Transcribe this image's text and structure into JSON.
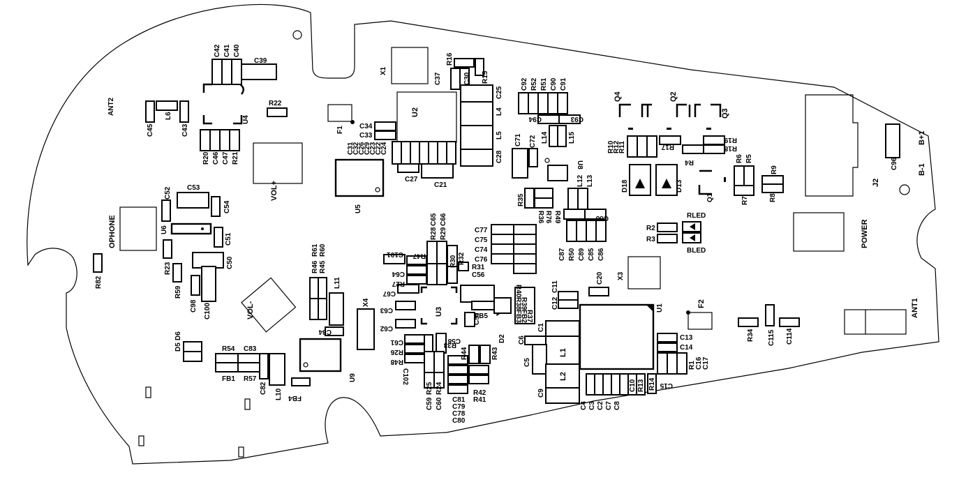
{
  "board": {
    "labels": [
      {
        "t": "C42"
      },
      {
        "t": "C41"
      },
      {
        "t": "C40"
      },
      {
        "t": "C39"
      },
      {
        "t": "ANT2"
      },
      {
        "t": "R22"
      },
      {
        "t": "U4"
      },
      {
        "t": "L6"
      },
      {
        "t": "C45"
      },
      {
        "t": "C43"
      },
      {
        "t": "R20"
      },
      {
        "t": "C46"
      },
      {
        "t": "C47"
      },
      {
        "t": "R21"
      },
      {
        "t": "VOL+"
      },
      {
        "t": "C52"
      },
      {
        "t": "C53"
      },
      {
        "t": "C54"
      },
      {
        "t": "U6"
      },
      {
        "t": "C51"
      },
      {
        "t": "OPHONE"
      },
      {
        "t": "R23"
      },
      {
        "t": "C50"
      },
      {
        "t": "R82"
      },
      {
        "t": "R59"
      },
      {
        "t": "C98"
      },
      {
        "t": "C100"
      },
      {
        "t": "VOL-"
      },
      {
        "t": "D5"
      },
      {
        "t": "D6"
      },
      {
        "t": "R54"
      },
      {
        "t": "C83"
      },
      {
        "t": "FB1"
      },
      {
        "t": "R57"
      },
      {
        "t": "C82"
      },
      {
        "t": "L10"
      },
      {
        "t": "FB4"
      },
      {
        "t": "U9"
      },
      {
        "t": "C84"
      },
      {
        "t": "L11"
      },
      {
        "t": "R46"
      },
      {
        "t": "R61"
      },
      {
        "t": "R45"
      },
      {
        "t": "R60"
      },
      {
        "t": "X4"
      },
      {
        "t": "X1"
      },
      {
        "t": "R16"
      },
      {
        "t": "R15"
      },
      {
        "t": "C37"
      },
      {
        "t": "C30"
      },
      {
        "t": "U2"
      },
      {
        "t": "F1"
      },
      {
        "t": "C34"
      },
      {
        "t": "C33"
      },
      {
        "t": "C31"
      },
      {
        "t": "C32"
      },
      {
        "t": "C26"
      },
      {
        "t": "C29"
      },
      {
        "t": "C23"
      },
      {
        "t": "C22"
      },
      {
        "t": "C24"
      },
      {
        "t": "C27"
      },
      {
        "t": "C21"
      },
      {
        "t": "U5"
      },
      {
        "t": "C25"
      },
      {
        "t": "L4"
      },
      {
        "t": "L5"
      },
      {
        "t": "C28"
      },
      {
        "t": "C92"
      },
      {
        "t": "R52"
      },
      {
        "t": "R51"
      },
      {
        "t": "C90"
      },
      {
        "t": "C91"
      },
      {
        "t": "C94"
      },
      {
        "t": "C93"
      },
      {
        "t": "C71"
      },
      {
        "t": "C72"
      },
      {
        "t": "L14"
      },
      {
        "t": "L15"
      },
      {
        "t": "U8"
      },
      {
        "t": "R35"
      },
      {
        "t": "R36"
      },
      {
        "t": "R76"
      },
      {
        "t": "R49"
      },
      {
        "t": "L12"
      },
      {
        "t": "L13"
      },
      {
        "t": "C88"
      },
      {
        "t": "C87"
      },
      {
        "t": "R50"
      },
      {
        "t": "C89"
      },
      {
        "t": "C85"
      },
      {
        "t": "C86"
      },
      {
        "t": "R28"
      },
      {
        "t": "C65"
      },
      {
        "t": "R29"
      },
      {
        "t": "C66"
      },
      {
        "t": "C77"
      },
      {
        "t": "C75"
      },
      {
        "t": "C74"
      },
      {
        "t": "C76"
      },
      {
        "t": "C101"
      },
      {
        "t": "R47"
      },
      {
        "t": "C64"
      },
      {
        "t": "R27"
      },
      {
        "t": "C67"
      },
      {
        "t": "R30"
      },
      {
        "t": "R32"
      },
      {
        "t": "R31"
      },
      {
        "t": "C56"
      },
      {
        "t": "R40"
      },
      {
        "t": "R38"
      },
      {
        "t": "R39"
      },
      {
        "t": "FB3"
      },
      {
        "t": "FB2"
      },
      {
        "t": "R37"
      },
      {
        "t": "FB5"
      },
      {
        "t": "C57"
      },
      {
        "t": "D2"
      },
      {
        "t": "U3"
      },
      {
        "t": "C63"
      },
      {
        "t": "C62"
      },
      {
        "t": "C61"
      },
      {
        "t": "R26"
      },
      {
        "t": "R48"
      },
      {
        "t": "R33"
      },
      {
        "t": "C58"
      },
      {
        "t": "R44"
      },
      {
        "t": "R43"
      },
      {
        "t": "C102"
      },
      {
        "t": "C59"
      },
      {
        "t": "R25"
      },
      {
        "t": "C60"
      },
      {
        "t": "R24"
      },
      {
        "t": "C81"
      },
      {
        "t": "C79"
      },
      {
        "t": "C78"
      },
      {
        "t": "C80"
      },
      {
        "t": "R42"
      },
      {
        "t": "R41"
      },
      {
        "t": "X3"
      },
      {
        "t": "C20"
      },
      {
        "t": "C12"
      },
      {
        "t": "C11"
      },
      {
        "t": "C1"
      },
      {
        "t": "C6"
      },
      {
        "t": "C5"
      },
      {
        "t": "L1"
      },
      {
        "t": "L2"
      },
      {
        "t": "C9"
      },
      {
        "t": "U1"
      },
      {
        "t": "F2"
      },
      {
        "t": "C4"
      },
      {
        "t": "C3"
      },
      {
        "t": "C2"
      },
      {
        "t": "C7"
      },
      {
        "t": "C8"
      },
      {
        "t": "C10"
      },
      {
        "t": "R13"
      },
      {
        "t": "R14"
      },
      {
        "t": "C15"
      },
      {
        "t": "C13"
      },
      {
        "t": "C14"
      },
      {
        "t": "R1"
      },
      {
        "t": "C16"
      },
      {
        "t": "C17"
      },
      {
        "t": "Q4"
      },
      {
        "t": "Q2"
      },
      {
        "t": "Q3"
      },
      {
        "t": "R10"
      },
      {
        "t": "R12"
      },
      {
        "t": "R11"
      },
      {
        "t": "R17"
      },
      {
        "t": "R19"
      },
      {
        "t": "R18"
      },
      {
        "t": "R4"
      },
      {
        "t": "D18"
      },
      {
        "t": "D13"
      },
      {
        "t": "Q1"
      },
      {
        "t": "R6"
      },
      {
        "t": "R5"
      },
      {
        "t": "R9"
      },
      {
        "t": "R7"
      },
      {
        "t": "R8"
      },
      {
        "t": "RLED"
      },
      {
        "t": "R2"
      },
      {
        "t": "R3"
      },
      {
        "t": "BLED"
      },
      {
        "t": "J2"
      },
      {
        "t": "C96"
      },
      {
        "t": "B+1"
      },
      {
        "t": "B-1"
      },
      {
        "t": "POWER"
      },
      {
        "t": "ANT1"
      },
      {
        "t": "R34"
      },
      {
        "t": "C115"
      },
      {
        "t": "C114"
      }
    ]
  }
}
